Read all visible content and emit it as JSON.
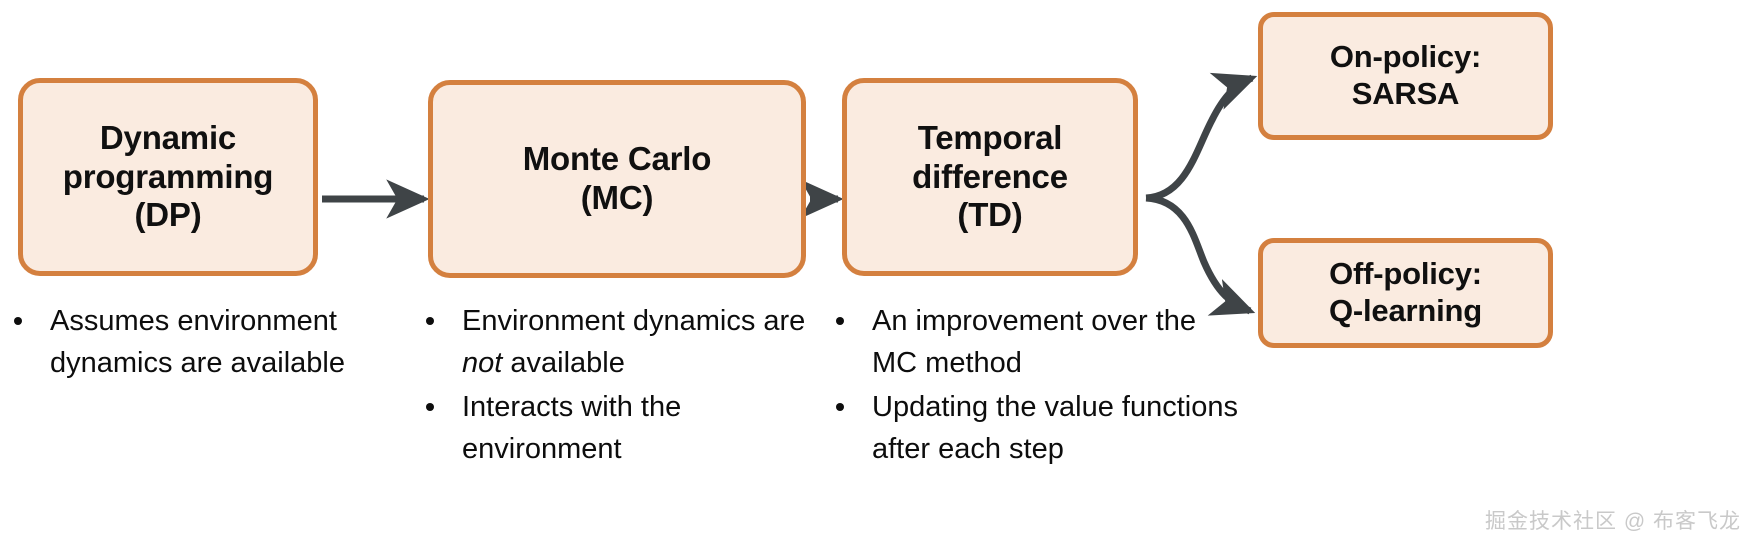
{
  "diagram": {
    "title": "Reinforcement learning methods flow",
    "colors": {
      "box_fill": "#FAEBE0",
      "box_border": "#D4803F",
      "arrow": "#3f4447",
      "text": "#101010",
      "watermark": "#c9c9c9"
    },
    "nodes": [
      {
        "id": "dp",
        "line1": "Dynamic",
        "line2": "programming",
        "line3": "(DP)"
      },
      {
        "id": "mc",
        "line1": "Monte Carlo",
        "line2": "(MC)",
        "line3": ""
      },
      {
        "id": "td",
        "line1": "Temporal",
        "line2": "difference",
        "line3": "(TD)"
      },
      {
        "id": "on",
        "line1": "On-policy:",
        "line2": "SARSA",
        "line3": ""
      },
      {
        "id": "off",
        "line1": "Off-policy:",
        "line2": "Q-learning",
        "line3": ""
      }
    ],
    "arrows": [
      {
        "id": "dp-to-mc",
        "kind": "straight",
        "from": "dp",
        "to": "mc"
      },
      {
        "id": "mc-to-td",
        "kind": "straight",
        "from": "mc",
        "to": "td"
      },
      {
        "id": "td-to-on",
        "kind": "curved",
        "from": "td",
        "to": "on"
      },
      {
        "id": "td-to-off",
        "kind": "curved",
        "from": "td",
        "to": "off"
      }
    ],
    "bullet_columns": [
      {
        "id": "dp",
        "items": [
          {
            "parts": [
              {
                "text": "Assumes environment dynamics are available",
                "italic": false
              }
            ]
          }
        ]
      },
      {
        "id": "mc",
        "items": [
          {
            "parts": [
              {
                "text": "Environment dynamics are ",
                "italic": false
              },
              {
                "text": "not",
                "italic": true
              },
              {
                "text": " available",
                "italic": false
              }
            ]
          },
          {
            "parts": [
              {
                "text": "Interacts with the environment",
                "italic": false
              }
            ]
          }
        ]
      },
      {
        "id": "td",
        "items": [
          {
            "parts": [
              {
                "text": "An improvement over the MC method",
                "italic": false
              }
            ]
          },
          {
            "parts": [
              {
                "text": "Updating the value functions after each step",
                "italic": false
              }
            ]
          }
        ]
      }
    ]
  },
  "watermark": {
    "text": "掘金技术社区 @ 布客飞龙"
  }
}
